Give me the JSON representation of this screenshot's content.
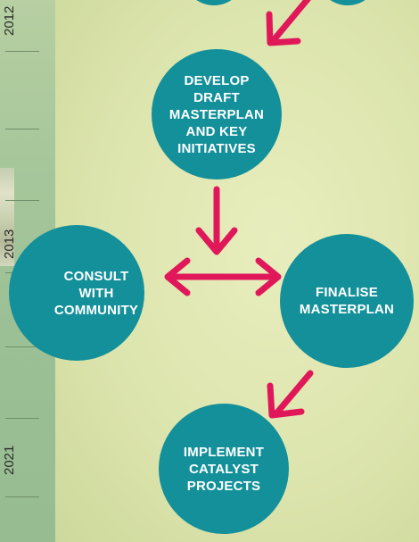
{
  "timeline": {
    "years": [
      "2012",
      "2013",
      "2021"
    ]
  },
  "nodes": {
    "develop": "DEVELOP DRAFT MASTERPLAN AND KEY INITIATIVES",
    "consult": "CONSULT WITH COMMUNITY",
    "finalise": "FINALISE MASTERPLAN",
    "implement": "IMPLEMENT CATALYST PROJECTS"
  },
  "colors": {
    "node": "#13909a",
    "arrow": "#e0185a"
  }
}
